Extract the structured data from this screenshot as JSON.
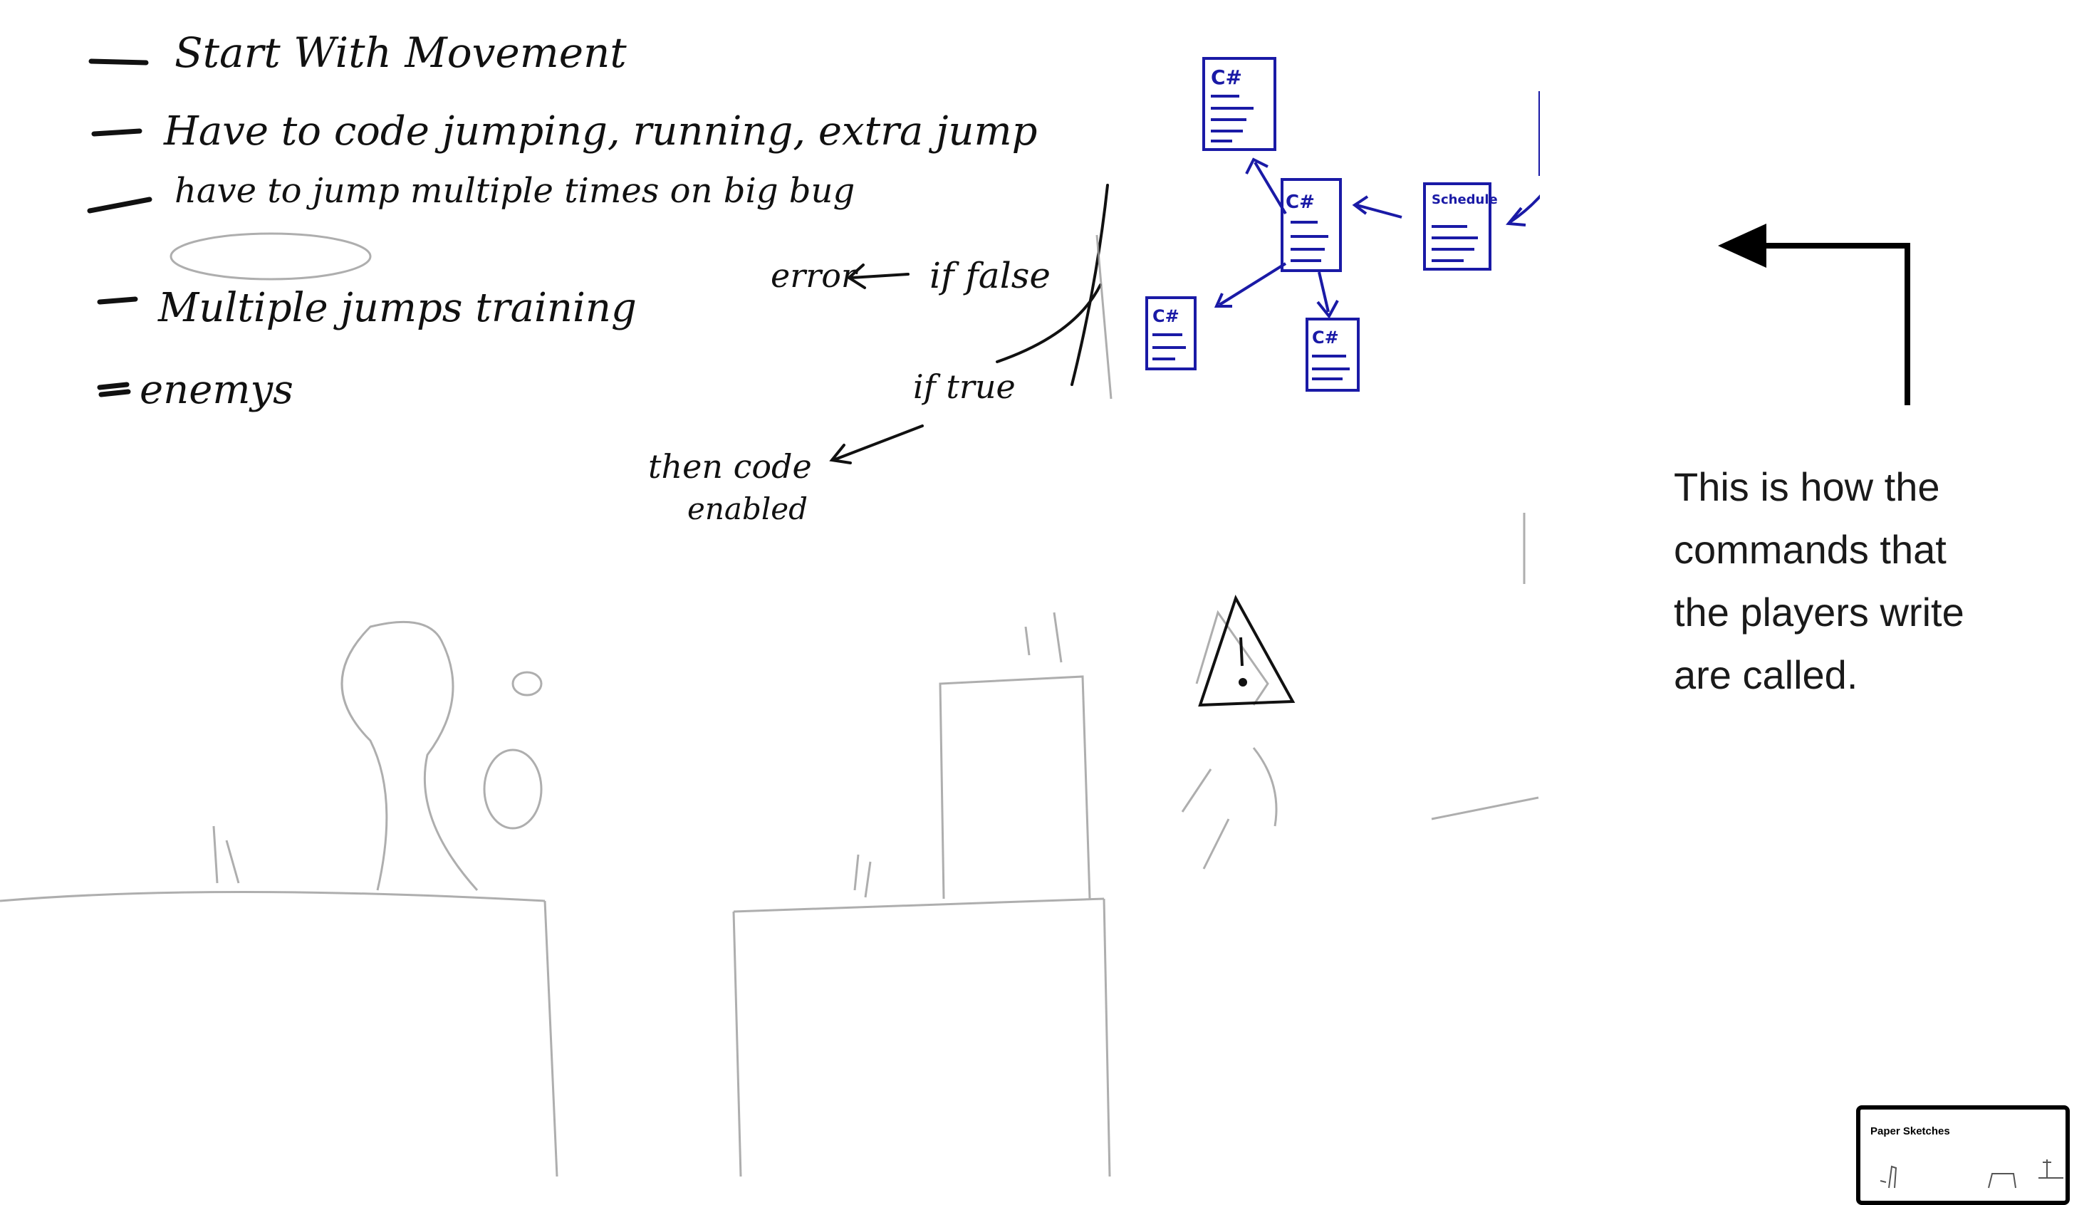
{
  "sketch": {
    "notes": [
      "Start With Movement",
      "Have to code jumping, running, extra jump",
      "have to jump multiple times on big bug",
      "Multiple jumps training",
      "enemys"
    ],
    "flow": {
      "error": "error",
      "if_false": "if false",
      "if_true": "if true",
      "then_code_line1": "then code",
      "then_code_line2": "enabled"
    },
    "diagram": {
      "code_doc_label": "C#",
      "schedule_label": "Schedule"
    }
  },
  "caption": {
    "line1": "This is how the",
    "line2": "commands that",
    "line3": "the players write",
    "line4": "are called."
  },
  "thumbnail": {
    "title": "Paper Sketches"
  },
  "colors": {
    "pencil": "#333333",
    "ink_blue": "#1a1aa6",
    "arrow": "#000000",
    "caption_text": "#1a1a1a"
  }
}
